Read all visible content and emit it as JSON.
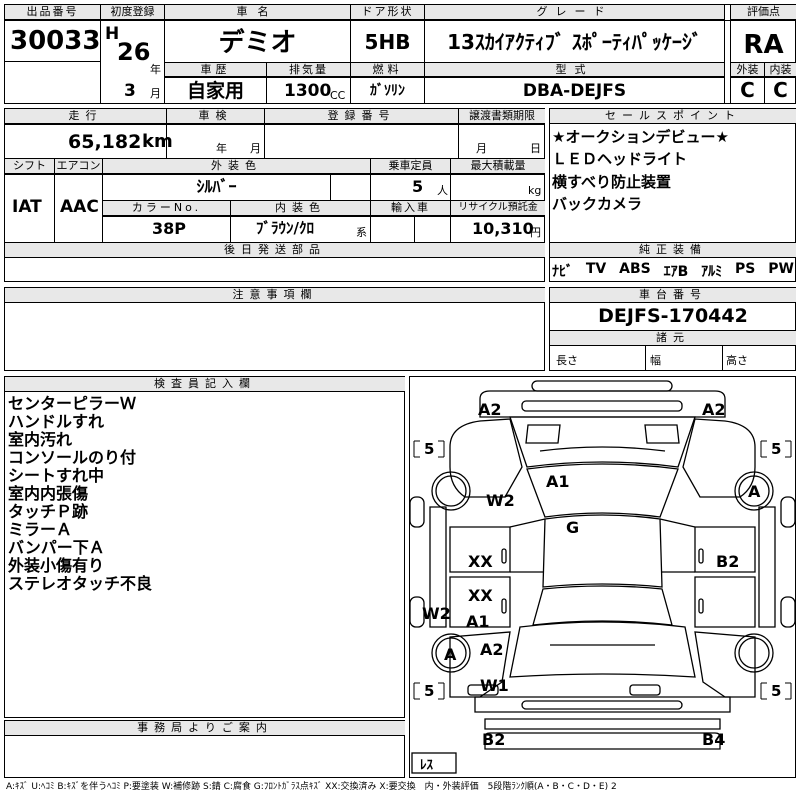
{
  "header": {
    "lot_label": "出品番号",
    "lot": "30033",
    "first_reg_label": "初度登録",
    "era": "H",
    "year": "26",
    "year_unit": "年",
    "month": "3",
    "month_unit": "月",
    "car_name_label": "車名",
    "car_name": "デミオ",
    "door_label": "ドア形状",
    "door": "5HB",
    "grade_label": "グレード",
    "grade": "13ｽｶｲｱｸﾃｨﾌﾞ ｽﾎﾟｰﾃｨﾊﾟｯｹｰｼﾞ",
    "score_label": "評価点",
    "score": "RA",
    "history_label": "車歴",
    "history": "自家用",
    "displacement_label": "排気量",
    "displacement": "1300",
    "displacement_unit": "CC",
    "fuel_label": "燃料",
    "fuel": "ｶﾞｿﾘﾝ",
    "model_label": "型式",
    "model": "DBA-DEJFS",
    "exterior_label": "外装",
    "exterior": "C",
    "interior_label": "内装",
    "interior": "C"
  },
  "row2": {
    "mileage_label": "走行",
    "mileage": "65,182",
    "mileage_unit": "km",
    "inspection_label": "車検",
    "insp_year": "年",
    "insp_month": "月",
    "reg_no_label": "登録番号",
    "transfer_label": "譲渡書類期限",
    "transfer_month": "月",
    "transfer_day": "日",
    "shift_label": "シフト",
    "shift": "IAT",
    "ac_label": "エアコン",
    "ac": "AAC",
    "color_label": "外装色",
    "color": "ｼﾙﾊﾞｰ",
    "capacity_label": "乗車定員",
    "capacity": "5",
    "capacity_unit": "人",
    "payload_label": "最大積載量",
    "payload_unit": "kg",
    "color_no_label": "カラーNo.",
    "color_no": "38P",
    "interior_color_label": "内装色",
    "interior_color": "ﾌﾞﾗｳﾝ/ｸﾛ",
    "interior_color_unit": "系",
    "import_label": "輸入車",
    "recycle_label": "リサイクル預託金",
    "recycle": "10,310",
    "recycle_unit": "円",
    "later_parts_label": "後日発送部品"
  },
  "sales_points": {
    "label": "セールスポイント",
    "items": [
      "★オークションデビュー★",
      "ＬＥＤヘッドライト",
      "横すべり防止装置",
      "バックカメラ"
    ]
  },
  "equipment": {
    "label": "純正装備",
    "items": [
      "ﾅﾋﾞ",
      "TV",
      "ABS",
      "ｴｱB",
      "ｱﾙﾐ",
      "PS",
      "PW"
    ]
  },
  "caution": {
    "label": "注意事項欄"
  },
  "chassis": {
    "label": "車台番号",
    "number": "DEJFS-170442",
    "spec_label": "諸元",
    "length_label": "長さ",
    "width_label": "幅",
    "height_label": "高さ"
  },
  "inspector": {
    "label": "検査員記入欄",
    "notes": [
      "センターピラーＷ",
      "ハンドルすれ",
      "室内汚れ",
      "コンソールのり付",
      "シートすれ中",
      "室内内張傷",
      "タッチＰ跡",
      "ミラーＡ",
      "バンパー下Ａ",
      "外装小傷有り",
      "ステレオタッチ不良"
    ]
  },
  "office": {
    "label": "事務局よりご案内"
  },
  "diagram": {
    "marks": {
      "a2_left": "A2",
      "a2_right": "A2",
      "a1": "A1",
      "w2_top": "W2",
      "a_right": "A",
      "g": "G",
      "xx1": "XX",
      "b2_right": "B2",
      "xx2": "XX",
      "w2_left": "W2",
      "a1_left": "A1",
      "a_left": "A",
      "a2_mid": "A2",
      "w1": "W1",
      "b2_bottom": "B2",
      "b4": "B4"
    },
    "tire_tl": "5",
    "tire_tr": "5",
    "tire_bl": "5",
    "tire_br": "5",
    "spare": "ﾚｽ"
  },
  "legend": "A:ｷｽﾞ U:ﾍｺﾐ B:ｷｽﾞを伴うﾍｺﾐ P:要塗装 W:補修跡 S:錆 C:腐食 G:ﾌﾛﾝﾄｶﾞﾗｽ点ｷｽﾞ XX:交換済み X:要交換　内・外装評価　5段階ﾗﾝｸ順(A・B・C・D・E) 2"
}
